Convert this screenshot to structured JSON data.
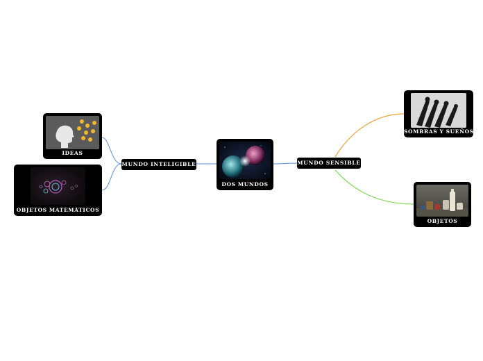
{
  "central": {
    "label": "DOS MUNDOS",
    "image": "planets-colliding-image"
  },
  "left_branch": {
    "label": "MUNDO INTELIGIBLE",
    "children": [
      {
        "label": "IDEAS",
        "image": "head-with-lightbulbs-image"
      },
      {
        "label": "OBJETOS MATEMÁTICOS",
        "image": "fractal-image"
      }
    ]
  },
  "right_branch": {
    "label": "MUNDO SENSIBLE",
    "children": [
      {
        "label": "SOMBRAS Y SUEÑOS",
        "image": "shadows-image"
      },
      {
        "label": "OBJETOS",
        "image": "still-life-objects-image"
      }
    ]
  },
  "colors": {
    "node_bg": "#000000",
    "connector_blue": "#5b8ee0",
    "connector_orange": "#f2a23a",
    "connector_green": "#7ed957"
  }
}
